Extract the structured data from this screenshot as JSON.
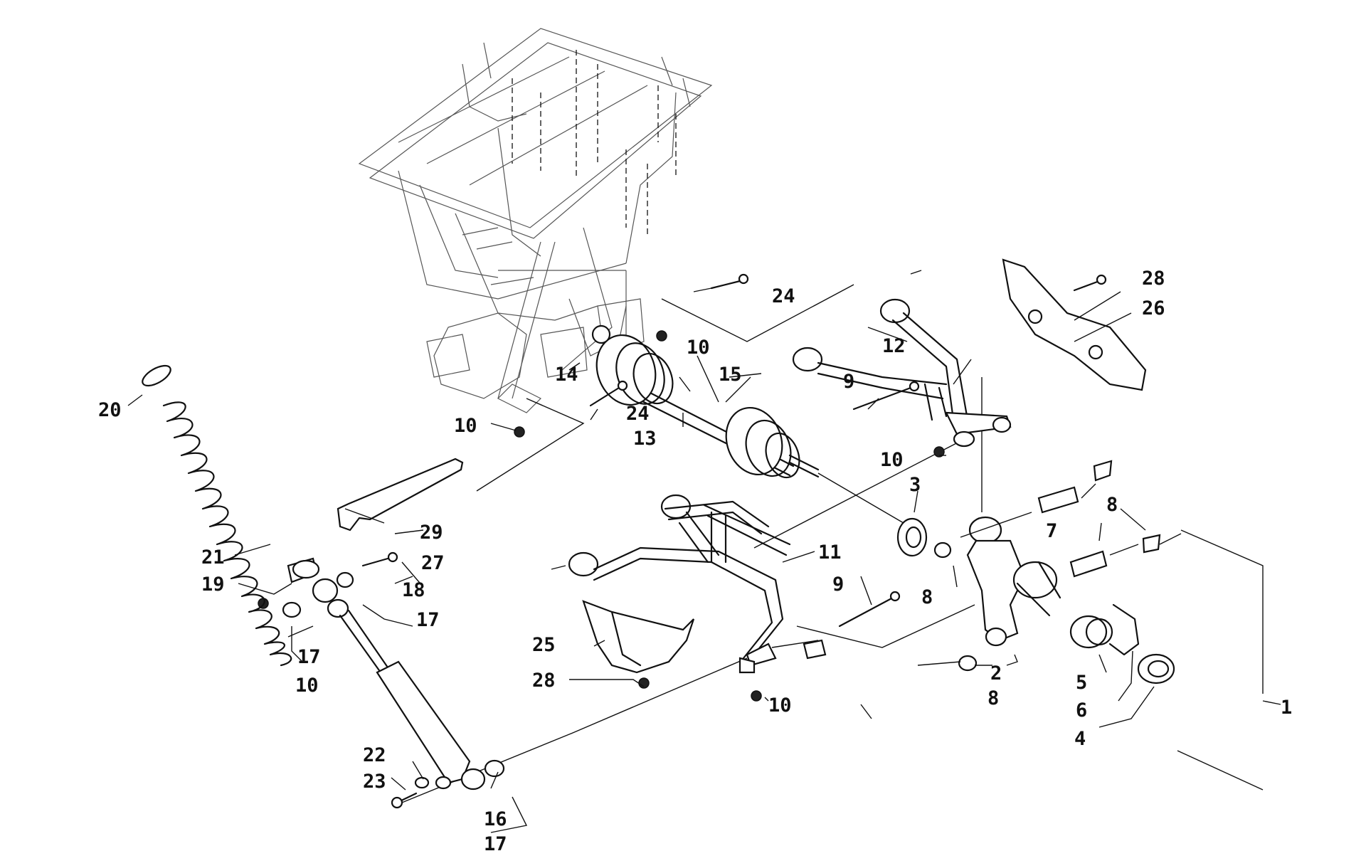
{
  "callouts": [
    {
      "id": "c1",
      "text": "1"
    },
    {
      "id": "c2",
      "text": "2"
    },
    {
      "id": "c3",
      "text": "3"
    },
    {
      "id": "c4",
      "text": "4"
    },
    {
      "id": "c5",
      "text": "5"
    },
    {
      "id": "c6",
      "text": "6"
    },
    {
      "id": "c7",
      "text": "7"
    },
    {
      "id": "c8a",
      "text": "8"
    },
    {
      "id": "c8b",
      "text": "8"
    },
    {
      "id": "c8c",
      "text": "8"
    },
    {
      "id": "c9a",
      "text": "9"
    },
    {
      "id": "c9b",
      "text": "9"
    },
    {
      "id": "c10a",
      "text": "10"
    },
    {
      "id": "c10b",
      "text": "10"
    },
    {
      "id": "c10c",
      "text": "10"
    },
    {
      "id": "c10d",
      "text": "10"
    },
    {
      "id": "c10e",
      "text": "10"
    },
    {
      "id": "c11",
      "text": "11"
    },
    {
      "id": "c12",
      "text": "12"
    },
    {
      "id": "c13",
      "text": "13"
    },
    {
      "id": "c14",
      "text": "14"
    },
    {
      "id": "c15",
      "text": "15"
    },
    {
      "id": "c16",
      "text": "16"
    },
    {
      "id": "c17a",
      "text": "17"
    },
    {
      "id": "c17b",
      "text": "17"
    },
    {
      "id": "c17c",
      "text": "17"
    },
    {
      "id": "c18",
      "text": "18"
    },
    {
      "id": "c19",
      "text": "19"
    },
    {
      "id": "c20",
      "text": "20"
    },
    {
      "id": "c21",
      "text": "21"
    },
    {
      "id": "c22",
      "text": "22"
    },
    {
      "id": "c23",
      "text": "23"
    },
    {
      "id": "c24a",
      "text": "24"
    },
    {
      "id": "c24b",
      "text": "24"
    },
    {
      "id": "c25",
      "text": "25"
    },
    {
      "id": "c26",
      "text": "26"
    },
    {
      "id": "c27",
      "text": "27"
    },
    {
      "id": "c28a",
      "text": "28"
    },
    {
      "id": "c28b",
      "text": "28"
    },
    {
      "id": "c29",
      "text": "29"
    }
  ]
}
